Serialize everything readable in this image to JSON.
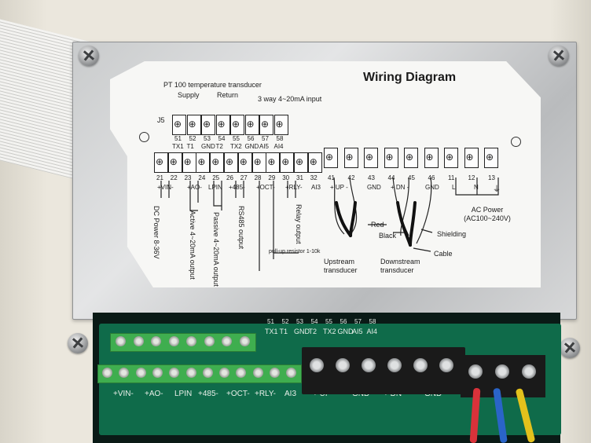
{
  "diagram": {
    "title": "Wiring Diagram",
    "pt100": "PT 100 temperature transducer",
    "supply": "Supply",
    "return": "Return",
    "input_note": "3 way 4~20mA input",
    "j5": "J5",
    "top_nums": [
      "51",
      "52",
      "53",
      "54",
      "55",
      "56",
      "57",
      "58"
    ],
    "top_labels": [
      "TX1",
      "T1",
      "GND",
      "T2",
      "TX2",
      "GND",
      "AI5",
      "AI4"
    ],
    "mid_nums": [
      "21",
      "22",
      "23",
      "24",
      "25",
      "26",
      "27",
      "28",
      "29",
      "30",
      "31",
      "32"
    ],
    "right_nums": [
      "41",
      "42",
      "43",
      "44",
      "45",
      "46",
      "11",
      "12",
      "13"
    ],
    "group_vin": "+VIN-",
    "group_ao": "+AO-",
    "group_lpin": "LPIN",
    "group_485": "+485-",
    "group_oct": "+OCT-",
    "group_rly": "+RLY-",
    "group_ai3": "AI3",
    "up_label": "+ UP -",
    "dn_label": "+ DN -",
    "gnd": "GND",
    "L": "L",
    "N": "N",
    "earth": "⏚",
    "dc_power": "DC Power 8-36V",
    "active_out": "Active 4~20mA output",
    "passive_out": "Passive 4~20mA output",
    "rs485": "RS485 output",
    "relay": "Relay output",
    "pullup": "pull-up resistor 1-10k",
    "red": "Red",
    "black": "Black",
    "shielding": "Shielding",
    "cable": "Cable",
    "upstream": "Upstream transducer",
    "downstream": "Downstream transducer",
    "ac_power": "AC Power (AC100~240V)"
  },
  "pcb": {
    "top_nums": [
      "51",
      "52",
      "53",
      "54",
      "55",
      "56",
      "57",
      "58"
    ],
    "top_labels": [
      "TX1",
      "T1",
      "GND",
      "T2",
      "TX2",
      "GND",
      "AI5",
      "AI4"
    ],
    "bottom_labels": [
      "+VIN-",
      "+AO-",
      "LPIN",
      "+485-",
      "+OCT-",
      "+RLY-",
      "AI3",
      "+ UP -",
      "GND",
      "+ DN -",
      "GND"
    ]
  },
  "colors": {
    "wire_red": "#d8323a",
    "wire_blue": "#2a64c8",
    "wire_yellow": "#e3c11c"
  }
}
